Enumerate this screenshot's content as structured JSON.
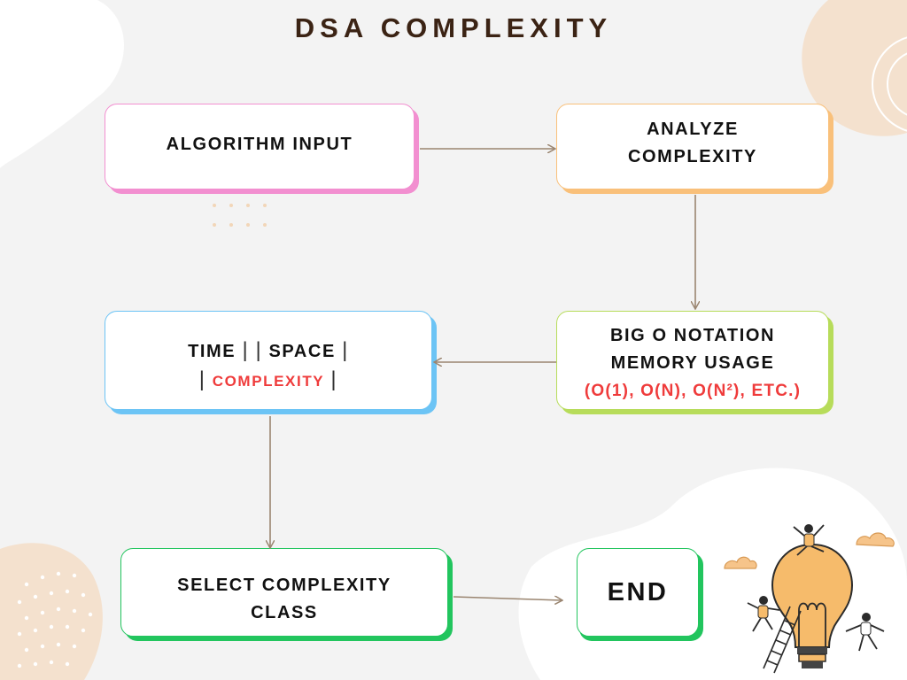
{
  "title": "DSA COMPLEXITY",
  "nodes": {
    "input": {
      "label": "ALGORITHM INPUT"
    },
    "analyze": {
      "line1": "ANALYZE",
      "line2": "COMPLEXITY"
    },
    "notation": {
      "line1": "BIG O NOTATION",
      "line2": "MEMORY USAGE",
      "line3": "(O(1), O(N), O(N²), ETC.)"
    },
    "time_space": {
      "time": "TIME",
      "space": "SPACE",
      "complexity": "COMPLEXITY",
      "sep": "|"
    },
    "select": {
      "line1": "SELECT COMPLEXITY",
      "line2": "CLASS"
    },
    "end": {
      "label": "END"
    }
  },
  "colors": {
    "title": "#3b2314",
    "input_border": "#f28fd0",
    "analyze_border": "#f9c07a",
    "notation_border": "#b7dc5a",
    "time_space_border": "#6cc4f5",
    "select_border": "#22c55e",
    "end_border": "#22c55e",
    "highlight_text": "#ef3b3b",
    "arrow": "#9a8570",
    "blob_peach": "#f4e1ce",
    "blob_white": "#ffffff"
  },
  "decorations": {
    "illustration": "lightbulb-with-people-icon",
    "clouds": "cloud-icon"
  }
}
